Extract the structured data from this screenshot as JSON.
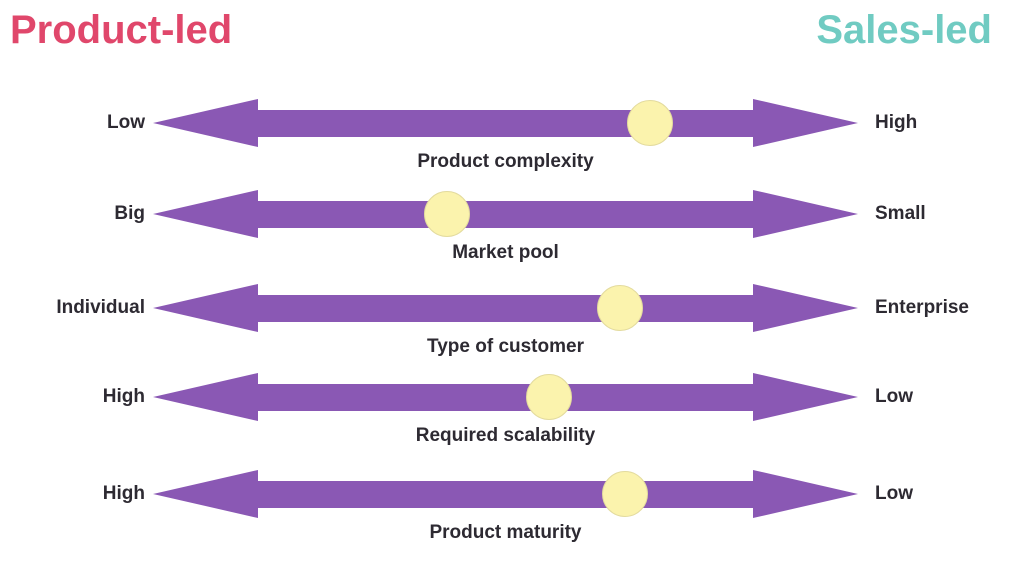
{
  "titles": {
    "left": "Product-led",
    "right": "Sales-led"
  },
  "colors": {
    "product_led": "#e0476b",
    "sales_led": "#70cbc2",
    "arrow": "#8a58b4",
    "marker_fill": "#fbf3ad",
    "marker_border": "#e3db9e",
    "text": "#2d2a32"
  },
  "rows": [
    {
      "left": "Low",
      "right": "High",
      "label": "Product complexity",
      "marker_pct": 70.5
    },
    {
      "left": "Big",
      "right": "Small",
      "label": "Market pool",
      "marker_pct": 41.7
    },
    {
      "left": "Individual",
      "right": "Enterprise",
      "label": "Type of customer",
      "marker_pct": 66.2
    },
    {
      "left": "High",
      "right": "Low",
      "label": "Required scalability",
      "marker_pct": 56.2
    },
    {
      "left": "High",
      "right": "Low",
      "label": "Product maturity",
      "marker_pct": 66.9
    }
  ]
}
